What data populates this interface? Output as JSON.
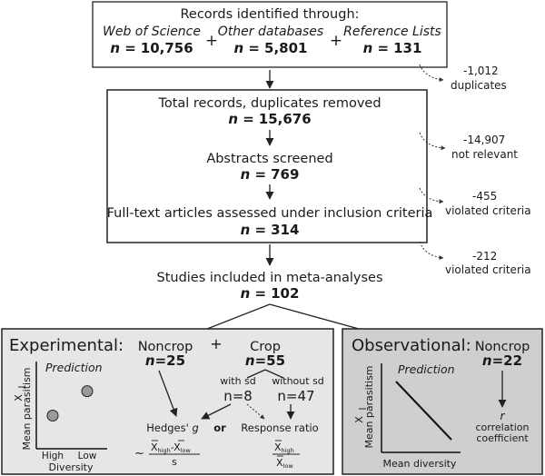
{
  "records": {
    "title": "Records identified through:",
    "sources": [
      {
        "name": "Web of Science",
        "count_label": "n =",
        "count": "10,756"
      },
      {
        "name": "Other databases",
        "count_label": "n =",
        "count": "5,801"
      },
      {
        "name": "Reference Lists",
        "count_label": "n =",
        "count": "131"
      }
    ],
    "plus": "+"
  },
  "removals": [
    {
      "count": "-1,012",
      "reason": "duplicates"
    },
    {
      "count": "-14,907",
      "reason": "not relevant"
    },
    {
      "count": "-455",
      "reason": "violated criteria"
    },
    {
      "count": "-212",
      "reason": "violated criteria"
    }
  ],
  "steps": [
    {
      "label": "Total records, duplicates removed",
      "n_label": "n =",
      "n": "15,676"
    },
    {
      "label": "Abstracts screened",
      "n_label": "n =",
      "n": "769"
    },
    {
      "label": "Full-text articles assessed under inclusion criteria",
      "n_label": "n =",
      "n": "314"
    }
  ],
  "included": {
    "label": "Studies included in meta-analyses",
    "n_label": "n =",
    "n": "102"
  },
  "experimental": {
    "title": "Experimental:",
    "prediction": "Prediction",
    "y_axis": "Mean parasitism",
    "x_axis": "Diversity",
    "x_ticks": [
      "High",
      "Low"
    ],
    "xbar": "X",
    "points": [
      {
        "x": "High",
        "level": 0.38
      },
      {
        "x": "Low",
        "level": 0.66
      }
    ],
    "noncrop": {
      "label": "Noncrop",
      "n_label": "n",
      "n": "=25"
    },
    "plus": "+",
    "crop": {
      "label": "Crop",
      "n_label": "n",
      "n": "=55"
    },
    "with_sd": {
      "label": "with sd",
      "n": "n=8"
    },
    "without_sd": {
      "label": "without sd",
      "n": "n=47"
    },
    "hedges": {
      "label": "Hedges' ",
      "g": "g"
    },
    "or": "or",
    "response_ratio": "Response ratio",
    "hedges_formula": {
      "tilde": "~",
      "xbar": "X",
      "high": "high",
      "minus": "-",
      "low": "low",
      "denominator": "s"
    },
    "ratio_formula": {
      "xbar": "X",
      "high": "high",
      "low": "low"
    }
  },
  "observational": {
    "title": "Observational:",
    "prediction": "Prediction",
    "y_axis": "Mean parasitism",
    "x_axis": "Mean diversity",
    "xbar": "X",
    "noncrop": {
      "label": "Noncrop",
      "n_label": "n",
      "n": "=22"
    },
    "r": "r",
    "r_label_1": "correlation",
    "r_label_2": "coefficient"
  }
}
